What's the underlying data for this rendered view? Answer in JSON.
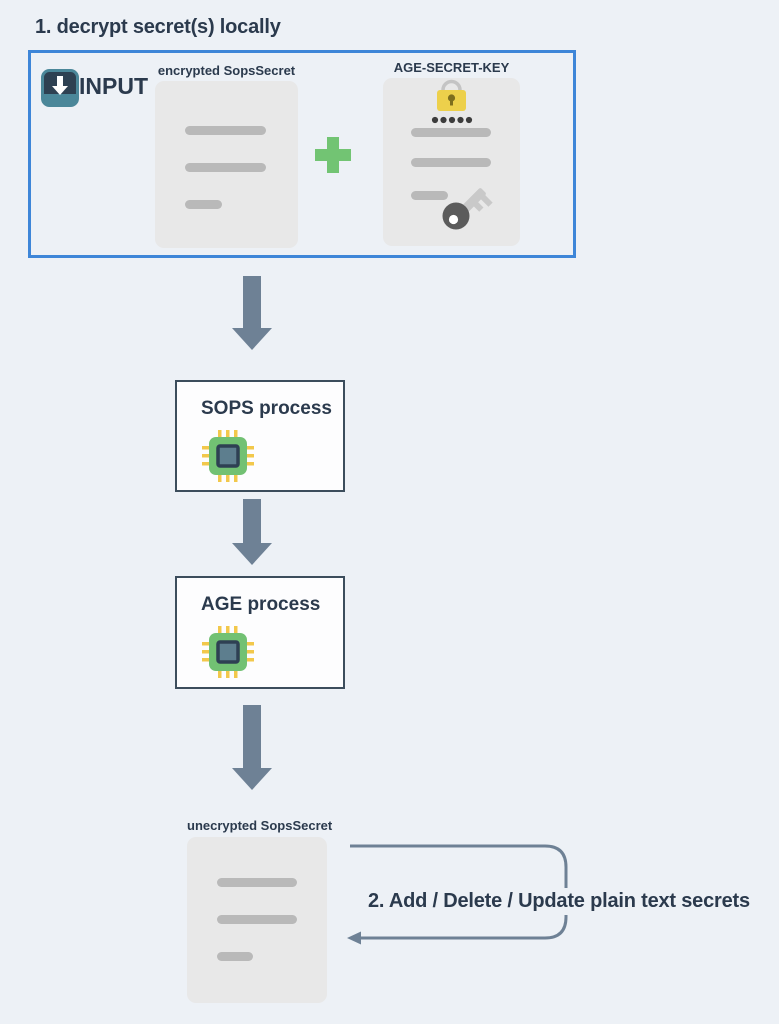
{
  "step1": {
    "title": "1. decrypt secret(s) locally"
  },
  "step2": {
    "title": "2. Add / Delete / Update plain text secrets"
  },
  "input_box": {
    "input_label": "INPUT",
    "encrypted_doc_label": "encrypted SopsSecret",
    "age_key_label": "AGE-SECRET-KEY"
  },
  "processes": [
    {
      "label": "SOPS process",
      "icon": "cpu-chip-icon"
    },
    {
      "label": "AGE process",
      "icon": "cpu-chip-icon"
    }
  ],
  "output_doc": {
    "label": "unecrypted SopsSecret"
  },
  "icons": {
    "input": "download-tray-icon",
    "plus": "plus-icon",
    "cpu": "cpu-chip-icon",
    "lock": "padlock-icon",
    "key": "key-icon",
    "document": "document-icon",
    "flow": "down-arrow-icon",
    "loop": "loop-arrow-icon"
  },
  "colors": {
    "background": "#edf1f6",
    "dark_text": "#2b3a4d",
    "input_border_blue": "#3e86d8",
    "process_border": "#3c4d5c",
    "card_gray": "#e8e8e8",
    "line_gray": "#b9b9b9",
    "arrow_slate": "#6e8195",
    "plus_green": "#72c473",
    "cpu_green": "#72c173",
    "pin_yellow": "#f2c84b",
    "lock_yellow": "#edd04b",
    "key_dark": "#5b5b5b",
    "input_icon_teal": "#4b8799",
    "input_icon_navy": "#2e4152"
  }
}
